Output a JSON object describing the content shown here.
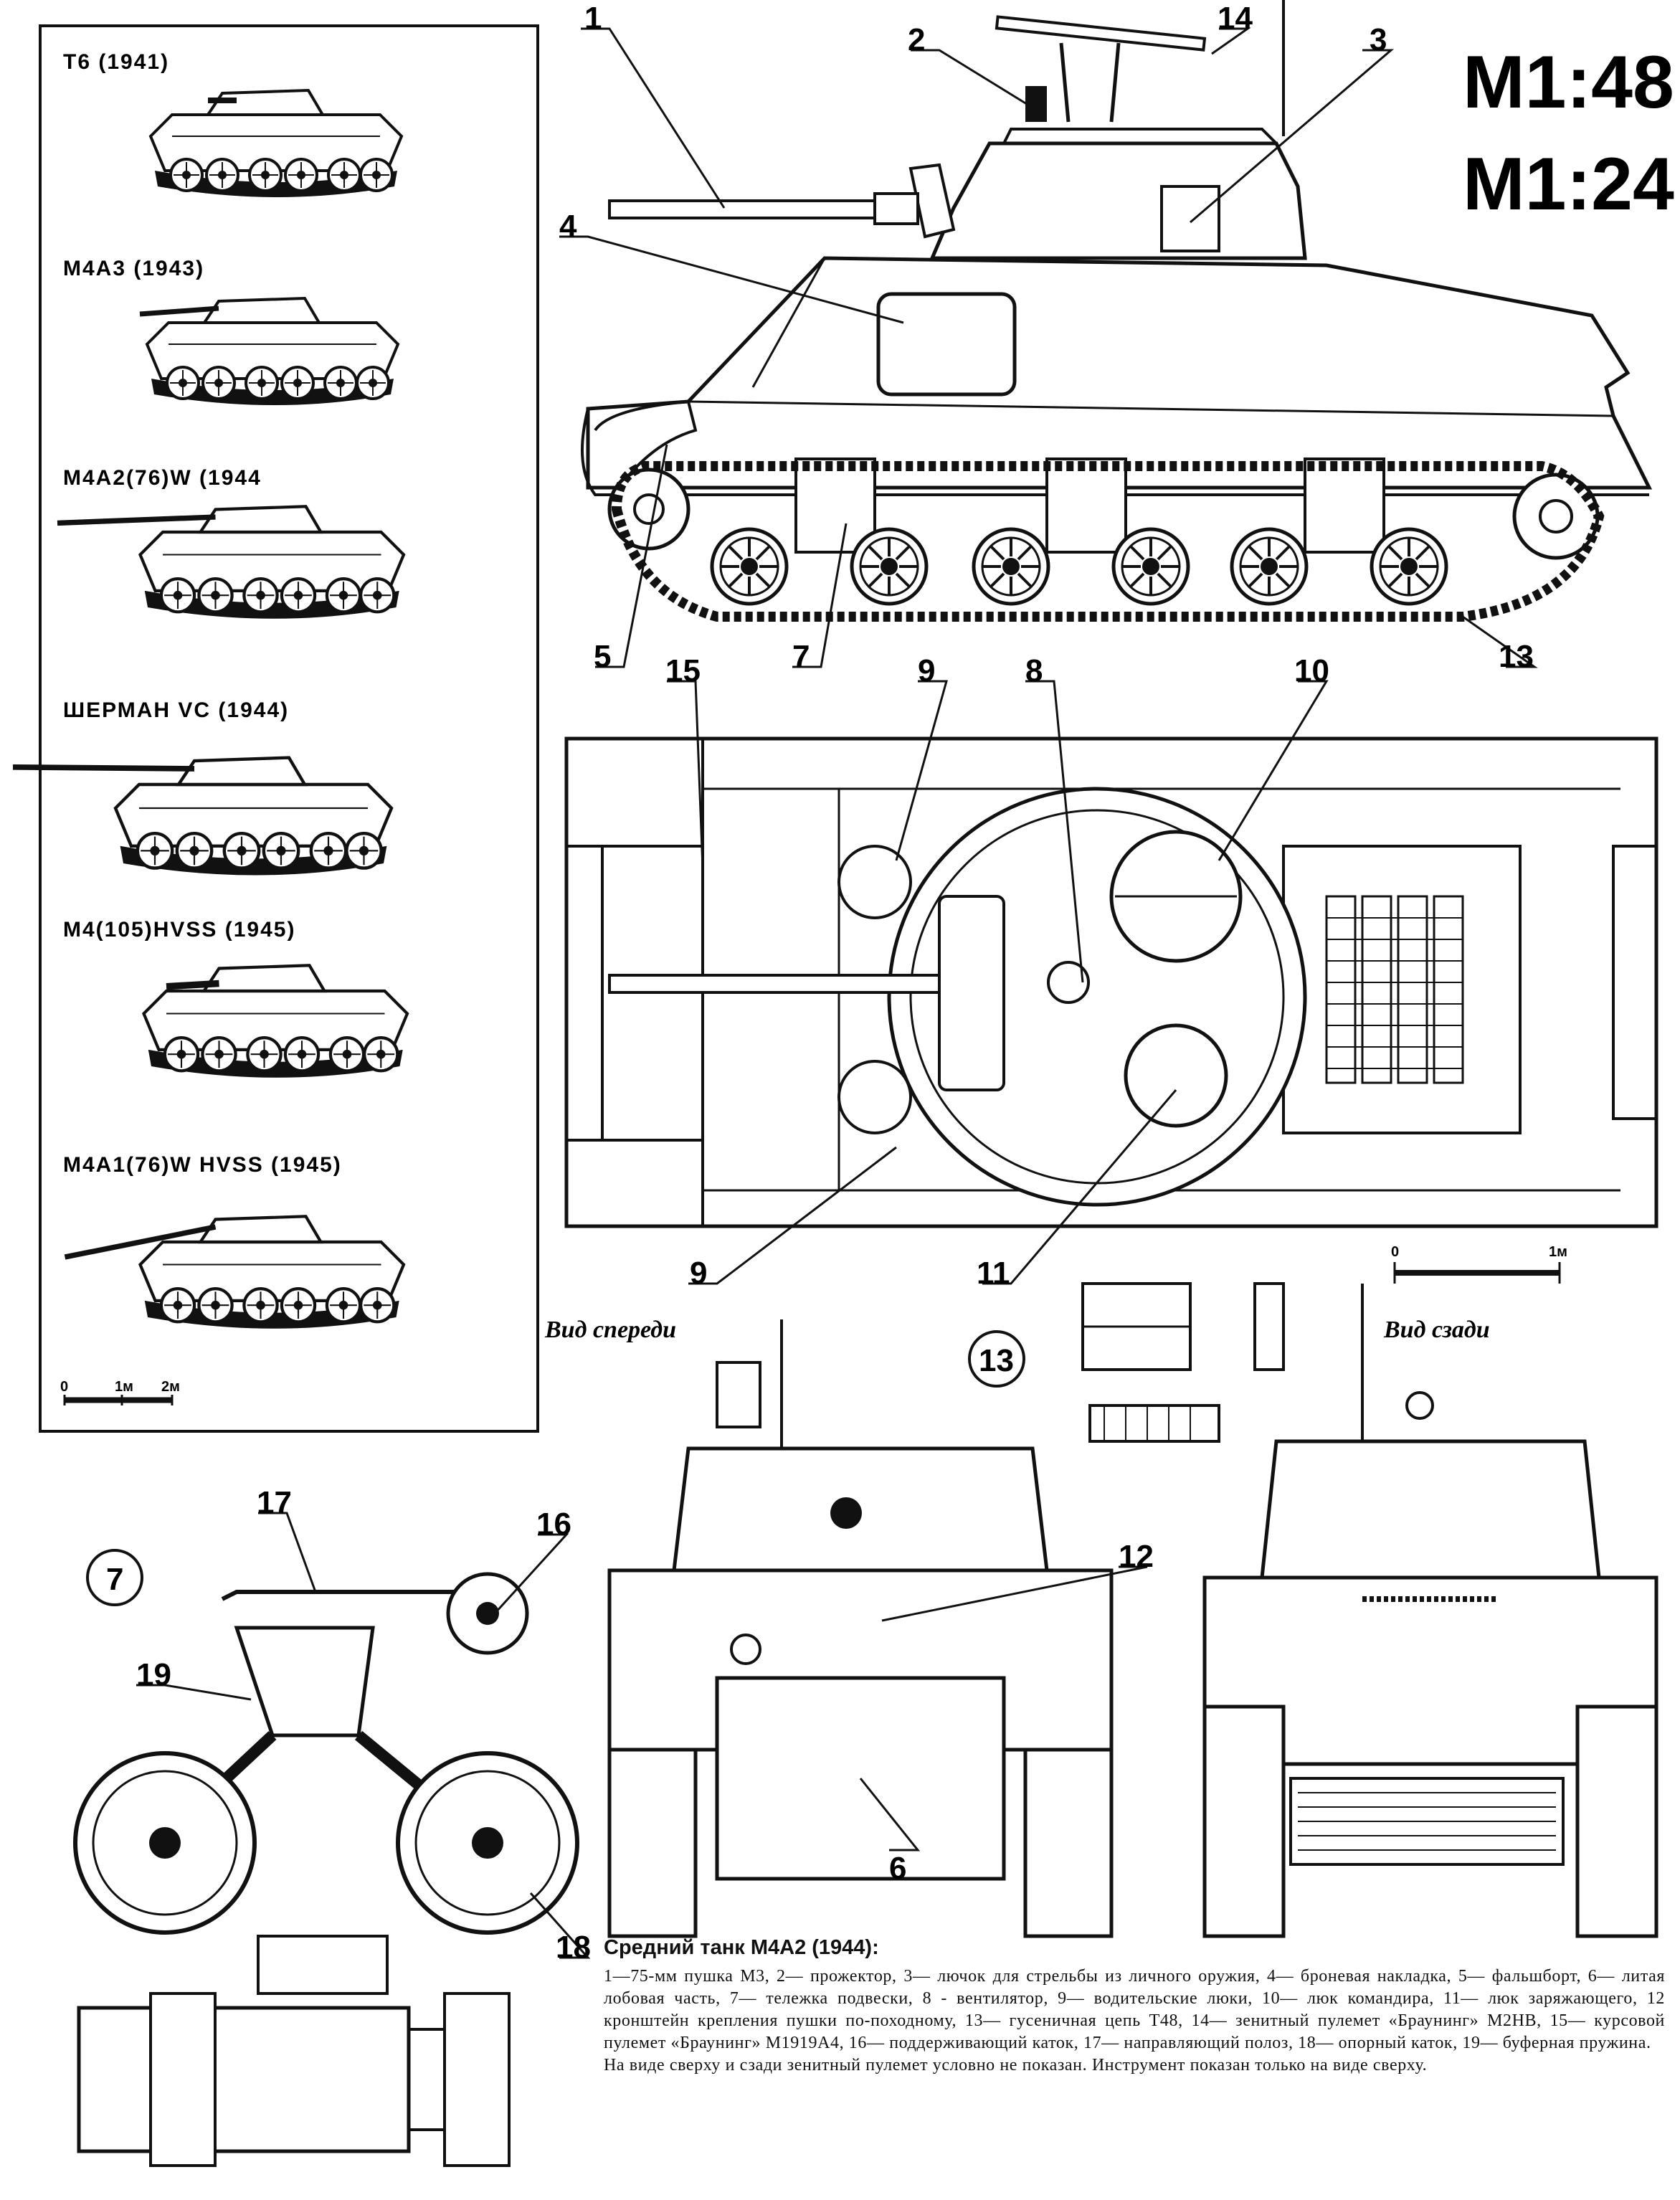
{
  "scales": {
    "primary": "M1:48",
    "secondary": "M1:24"
  },
  "variants_panel": {
    "items": [
      {
        "label": "T6 (1941)"
      },
      {
        "label": "M4A3 (1943)"
      },
      {
        "label": "M4A2(76)W (1944"
      },
      {
        "label": "ШЕРМАН VC (1944)"
      },
      {
        "label": "M4(105)HVSS (1945)"
      },
      {
        "label": "M4A1(76)W HVSS (1945)"
      }
    ],
    "scale_bar": {
      "zero": "0",
      "mid": "1м",
      "end": "2м"
    }
  },
  "callouts": {
    "n1": "1",
    "n2": "2",
    "n3": "3",
    "n4": "4",
    "n5": "5",
    "n6": "6",
    "n7": "7",
    "n8": "8",
    "n9a": "9",
    "n9b": "9",
    "n10": "10",
    "n11": "11",
    "n12": "12",
    "n13": "13",
    "n14": "14",
    "n15": "15",
    "n16": "16",
    "n17": "17",
    "n18": "18",
    "n19": "19"
  },
  "insets": {
    "track_link": "13",
    "bogie": "7"
  },
  "top_scale_bar": {
    "zero": "0",
    "end": "1м"
  },
  "views": {
    "front": "Вид спереди",
    "rear": "Вид сзади"
  },
  "caption": {
    "title": "Средний танк М4А2 (1944):",
    "body": "1—75-мм пушка М3, 2— прожектор, 3— лючок для стрельбы из личного оружия, 4— броневая накладка, 5— фальшборт, 6— литая лобовая часть, 7— тележка подвески, 8 - вентилятор, 9— водительские люки, 10— люк командира, 11— люк заряжающего, 12 кронштейн крепления пушки по-походному, 13— гусеничная цепь Т48, 14— зенитный пулемет «Браунинг» М2НВ, 15— курсовой пулемет «Браунинг» М1919А4, 16— поддерживающий каток, 17— направляющий полоз, 18— опорный каток, 19— буферная пружина.",
    "note": "На виде сверху и сзади зенитный пулемет условно не показан. Инструмент показан только на виде сверху."
  }
}
